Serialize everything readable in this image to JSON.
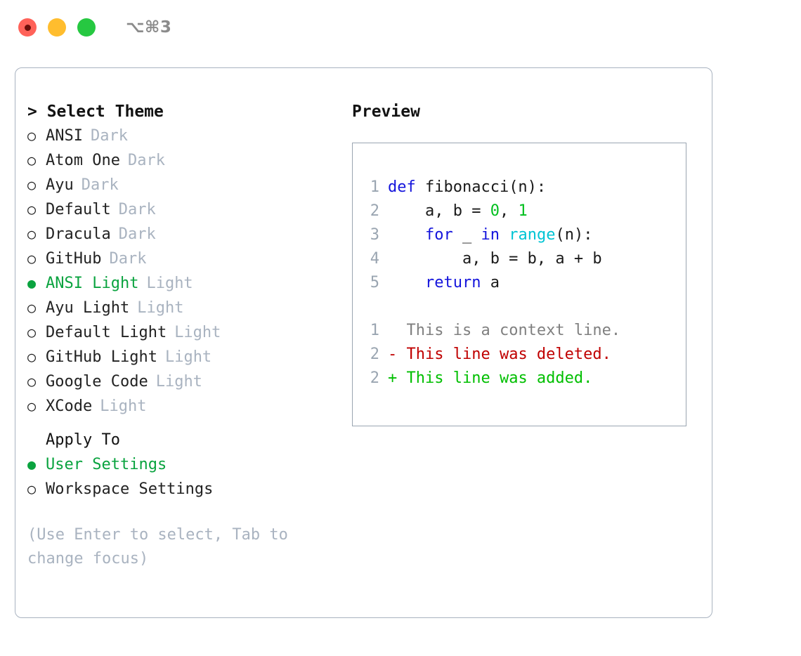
{
  "window": {
    "title": "⌥⌘3",
    "lights": [
      {
        "name": "close",
        "color": "#ff6259"
      },
      {
        "name": "minimize",
        "color": "#ffbd2e"
      },
      {
        "name": "maximize",
        "color": "#26c841"
      }
    ]
  },
  "theme_panel": {
    "header": "> Select Theme",
    "items": [
      {
        "bullet": "○",
        "name": "ANSI",
        "kind": "Dark",
        "selected": false
      },
      {
        "bullet": "○",
        "name": "Atom One",
        "kind": "Dark",
        "selected": false
      },
      {
        "bullet": "○",
        "name": "Ayu",
        "kind": "Dark",
        "selected": false
      },
      {
        "bullet": "○",
        "name": "Default",
        "kind": "Dark",
        "selected": false
      },
      {
        "bullet": "○",
        "name": "Dracula",
        "kind": "Dark",
        "selected": false
      },
      {
        "bullet": "○",
        "name": "GitHub",
        "kind": "Dark",
        "selected": false
      },
      {
        "bullet": "●",
        "name": "ANSI Light",
        "kind": "Light",
        "selected": true
      },
      {
        "bullet": "○",
        "name": "Ayu Light",
        "kind": "Light",
        "selected": false
      },
      {
        "bullet": "○",
        "name": "Default Light",
        "kind": "Light",
        "selected": false
      },
      {
        "bullet": "○",
        "name": "GitHub Light",
        "kind": "Light",
        "selected": false
      },
      {
        "bullet": "○",
        "name": "Google Code",
        "kind": "Light",
        "selected": false
      },
      {
        "bullet": "○",
        "name": "XCode",
        "kind": "Light",
        "selected": false
      }
    ]
  },
  "apply_panel": {
    "header": "Apply To",
    "items": [
      {
        "bullet": "●",
        "label": "User Settings",
        "selected": true
      },
      {
        "bullet": "○",
        "label": "Workspace Settings",
        "selected": false
      }
    ]
  },
  "hint": "(Use Enter to select, Tab to change focus)",
  "preview": {
    "title": "Preview",
    "code_lines": [
      {
        "no": "1",
        "tokens": [
          {
            "t": "def ",
            "c": "kw"
          },
          {
            "t": "fibonacci(n):",
            "c": "id"
          }
        ]
      },
      {
        "no": "2",
        "tokens": [
          {
            "t": "    a, b = ",
            "c": "id"
          },
          {
            "t": "0",
            "c": "num"
          },
          {
            "t": ", ",
            "c": "id"
          },
          {
            "t": "1",
            "c": "num"
          }
        ]
      },
      {
        "no": "3",
        "tokens": [
          {
            "t": "    ",
            "c": "id"
          },
          {
            "t": "for",
            "c": "kw"
          },
          {
            "t": " _ ",
            "c": "id"
          },
          {
            "t": "in",
            "c": "kw"
          },
          {
            "t": " ",
            "c": "id"
          },
          {
            "t": "range",
            "c": "fn"
          },
          {
            "t": "(n):",
            "c": "id"
          }
        ]
      },
      {
        "no": "4",
        "tokens": [
          {
            "t": "        a, b = b, a + b",
            "c": "id"
          }
        ]
      },
      {
        "no": "5",
        "tokens": [
          {
            "t": "    ",
            "c": "id"
          },
          {
            "t": "return",
            "c": "kw"
          },
          {
            "t": " a",
            "c": "id"
          }
        ]
      }
    ],
    "diff_lines": [
      {
        "no": "1",
        "marker": "  ",
        "text": "This is a context line.",
        "kind": "ctx"
      },
      {
        "no": "2",
        "marker": "- ",
        "text": "This line was deleted.",
        "kind": "del"
      },
      {
        "no": "2",
        "marker": "+ ",
        "text": "This line was added.",
        "kind": "add"
      }
    ]
  },
  "colors": {
    "accent_green": "#0aa33f",
    "muted": "#a9b3c0",
    "keyword": "#1414dc",
    "function": "#00c4d4",
    "number": "#00bf1e",
    "diff_add": "#00bf00",
    "diff_del": "#c00000",
    "border": "#a9b3c0"
  }
}
